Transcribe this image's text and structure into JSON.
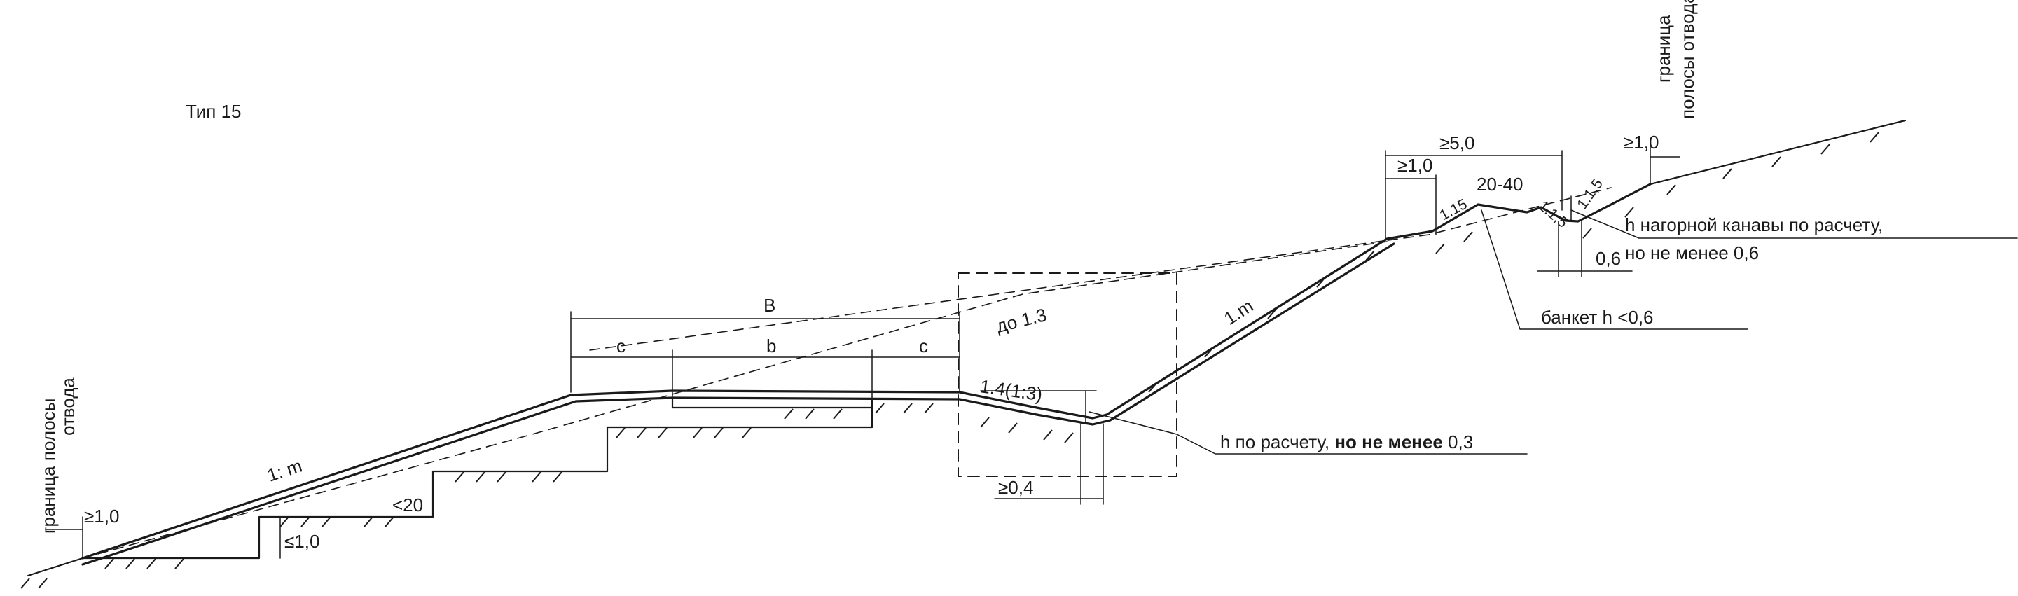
{
  "title": "Тип 15",
  "labels": {
    "boundary_left_1": "граница полосы",
    "boundary_left_2": "отвода",
    "boundary_right_1": "граница",
    "boundary_right_2": "полосы отвода",
    "dim_ge_1_left": "≥1,0",
    "dim_le_1": "≤1,0",
    "angle_lt20": "<20",
    "slope_1m_left": "1: m",
    "dim_B": "B",
    "dim_c_left": "c",
    "dim_b": "b",
    "dim_c_right": "c",
    "slope_do_13": "до 1.3",
    "slope_14_13": "1.4(1:3)",
    "dim_ge_04": "≥0,4",
    "h_calc_1": "h по расчету,",
    "h_calc_2": " но не менее",
    "h_calc_3": " 0,3",
    "slope_1m_right": "1.m",
    "dim_ge_1_mid": "≥1,0",
    "dim_ge_5": "≥5,0",
    "dim_20_40": "20-40",
    "slope_115_a": "1.15",
    "slope_115_b": "1.1,5",
    "slope_115_c": "1.1,5",
    "dim_ge_1_right": "≥1,0",
    "ditch_h_1": "h нагорной канавы по расчету,",
    "ditch_h_2": "но не менее 0,6",
    "dim_06": "0,6",
    "banket": "банкет h <0,6"
  }
}
